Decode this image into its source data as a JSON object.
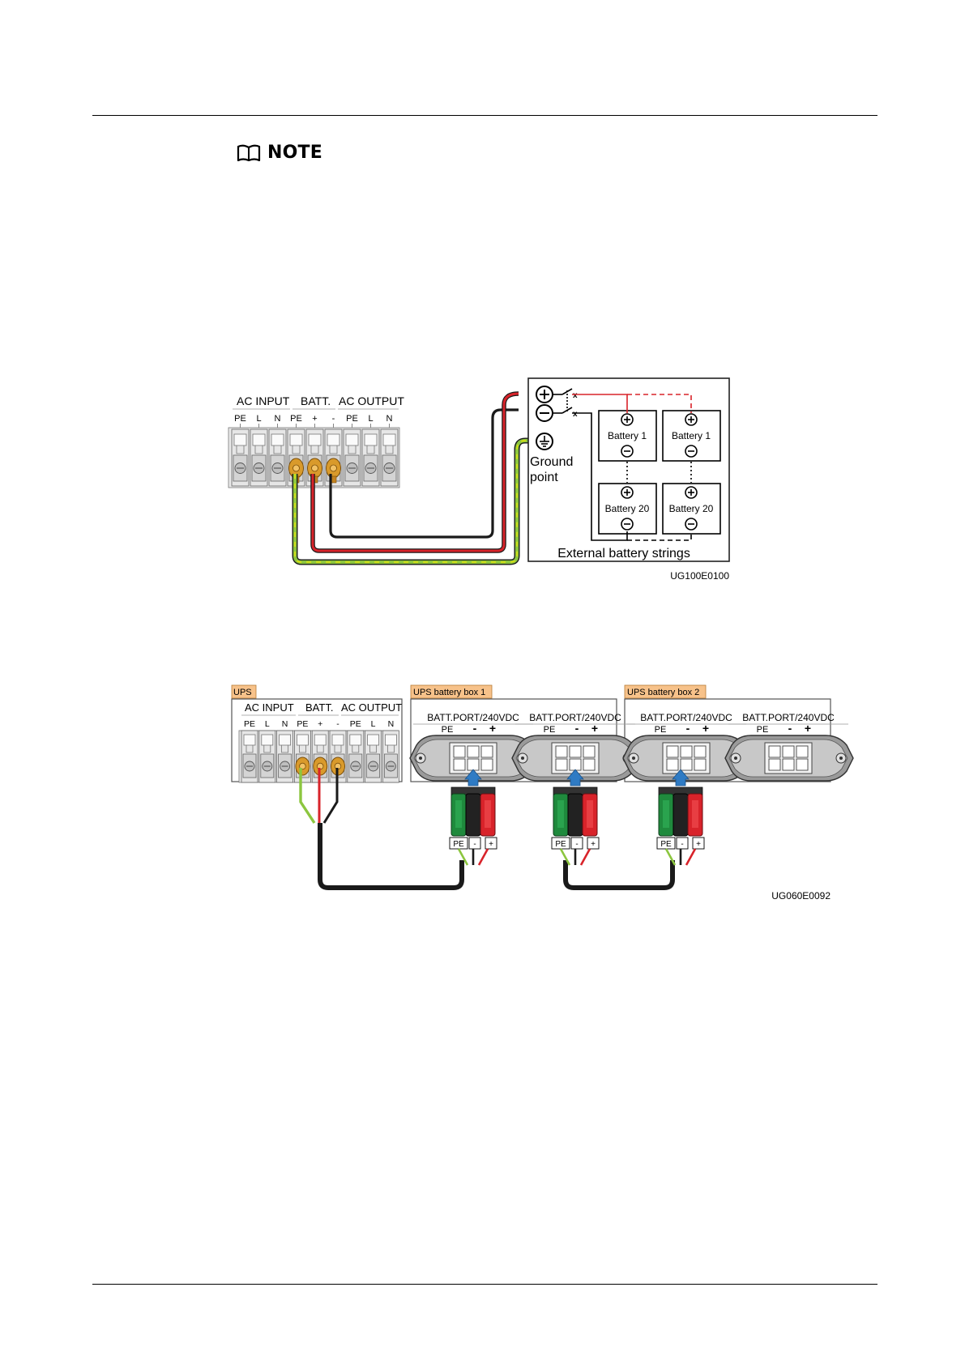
{
  "note": {
    "label": "NOTE",
    "icon": "book-icon"
  },
  "figure1": {
    "terminal_groups": {
      "ac_input": "AC INPUT",
      "batt": "BATT.",
      "ac_output": "AC OUTPUT"
    },
    "terminal_labels": [
      "PE",
      "L",
      "N",
      "PE",
      "+",
      "-",
      "PE",
      "L",
      "N"
    ],
    "battery_labels": {
      "top_left": "Battery 1",
      "top_right": "Battery 1",
      "bottom_left": "Battery 20",
      "bottom_right": "Battery 20"
    },
    "ground_label_line1": "Ground",
    "ground_label_line2": "point",
    "strings_label": "External battery strings",
    "code": "UG100E0100",
    "wire_colors": {
      "black": "#1a1a1a",
      "red": "#d8232a",
      "green": "#8cc63f",
      "yellow": "#f5e600"
    }
  },
  "figure2": {
    "box_labels": {
      "ups": "UPS",
      "box1": "UPS battery box 1",
      "box2": "UPS battery box 2"
    },
    "terminal_groups": {
      "ac_input": "AC INPUT",
      "batt": "BATT.",
      "ac_output": "AC OUTPUT"
    },
    "terminal_labels": [
      "PE",
      "L",
      "N",
      "PE",
      "+",
      "-",
      "PE",
      "L",
      "N"
    ],
    "port_label": "BATT.PORT/240VDC",
    "port_pins": {
      "pe": "PE",
      "minus": "-",
      "plus": "+"
    },
    "plug_tags": {
      "pe": "PE",
      "minus": "-",
      "plus": "+"
    },
    "code": "UG060E0092",
    "tag_color": "#f7c28a"
  }
}
